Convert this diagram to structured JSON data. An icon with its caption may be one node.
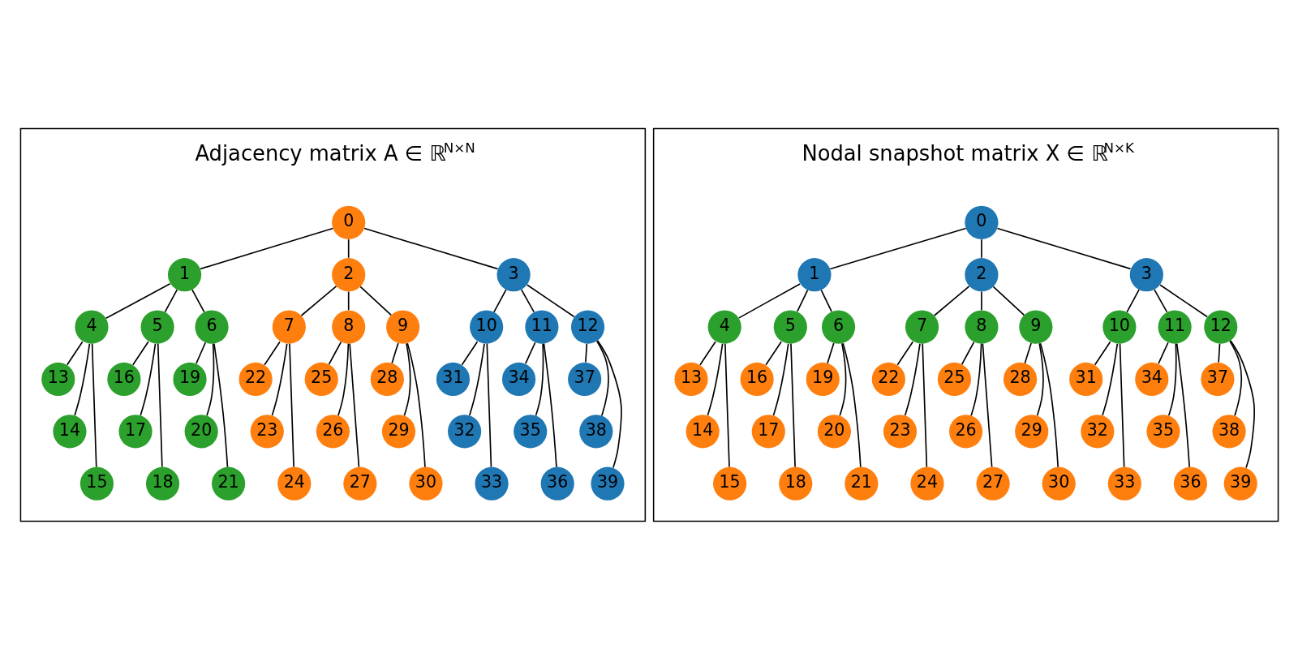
{
  "diagram": {
    "nodes": [
      {
        "text": [
          "Adjacency matrix A ∈ ℝ$^{N×N}$"
        ]
      },
      {
        "text": [
          "0"
        ],
        "in": 0
      },
      {
        "text": [
          "1"
        ],
        "in": 0
      },
      {
        "text": [
          "2"
        ],
        "in": 0
      },
      {
        "text": [
          "3"
        ],
        "in": 0
      },
      {
        "text": [
          "4"
        ],
        "in": 0
      },
      {
        "text": [
          "5"
        ],
        "in": 0
      },
      {
        "text": [
          "6"
        ],
        "in": 0
      },
      {
        "text": [
          "7"
        ],
        "in": 0
      },
      {
        "text": [
          "8"
        ],
        "in": 0
      },
      {
        "text": [
          "9"
        ],
        "in": 0
      },
      {
        "text": [
          "10"
        ],
        "in": 0
      },
      {
        "text": [
          "11"
        ],
        "in": 0
      },
      {
        "text": [
          "12"
        ],
        "in": 0
      },
      {
        "text": [
          "13"
        ],
        "in": 0
      },
      {
        "text": [
          "14"
        ],
        "in": 0
      },
      {
        "text": [
          "15"
        ],
        "in": 0
      },
      {
        "text": [
          "16"
        ],
        "in": 0
      },
      {
        "text": [
          "17"
        ],
        "in": 0
      },
      {
        "text": [
          "18"
        ],
        "in": 0
      },
      {
        "text": [
          "19"
        ],
        "in": 0
      },
      {
        "text": [
          "20"
        ],
        "in": 0
      },
      {
        "text": [
          "21"
        ],
        "in": 0
      },
      {
        "text": [
          "22"
        ],
        "in": 0
      },
      {
        "text": [
          "23"
        ],
        "in": 0
      },
      {
        "text": [
          "24"
        ],
        "in": 0
      },
      {
        "text": [
          "25"
        ],
        "in": 0
      },
      {
        "text": [
          "26"
        ],
        "in": 0
      },
      {
        "text": [
          "27"
        ],
        "in": 0
      },
      {
        "text": [
          "28"
        ],
        "in": 0
      },
      {
        "text": [
          "29"
        ],
        "in": 0
      },
      {
        "text": [
          "30"
        ],
        "in": 0
      },
      {
        "text": [
          "31"
        ],
        "in": 0
      },
      {
        "text": [
          "32"
        ],
        "in": 0
      },
      {
        "text": [
          "33"
        ],
        "in": 0
      },
      {
        "text": [
          "34"
        ],
        "in": 0
      },
      {
        "text": [
          "35"
        ],
        "in": 0
      },
      {
        "text": [
          "36"
        ],
        "in": 0
      },
      {
        "text": [
          "37"
        ],
        "in": 0
      },
      {
        "text": [
          "38"
        ],
        "in": 0
      },
      {
        "text": [
          "39"
        ],
        "in": 0
      },
      {
        "text": [
          "Nodal snapshot matrix X ∈ ℝ$^{N×K}$"
        ]
      },
      {
        "text": [
          "0"
        ],
        "in": 41
      },
      {
        "text": [
          "1"
        ],
        "in": 41
      },
      {
        "text": [
          "2"
        ],
        "in": 41
      },
      {
        "text": [
          "3"
        ],
        "in": 41
      },
      {
        "text": [
          "4"
        ],
        "in": 41
      },
      {
        "text": [
          "5"
        ],
        "in": 41
      },
      {
        "text": [
          "6"
        ],
        "in": 41
      },
      {
        "text": [
          "7"
        ],
        "in": 41
      },
      {
        "text": [
          "8"
        ],
        "in": 41
      },
      {
        "text": [
          "9"
        ],
        "in": 41
      },
      {
        "text": [
          "10"
        ],
        "in": 41
      },
      {
        "text": [
          "11"
        ],
        "in": 41
      },
      {
        "text": [
          "12"
        ],
        "in": 41
      },
      {
        "text": [
          "13"
        ],
        "in": 41
      },
      {
        "text": [
          "14"
        ],
        "in": 41
      },
      {
        "text": [
          "15"
        ],
        "in": 41
      },
      {
        "text": [
          "16"
        ],
        "in": 41
      },
      {
        "text": [
          "17"
        ],
        "in": 41
      },
      {
        "text": [
          "18"
        ],
        "in": 41
      },
      {
        "text": [
          "19"
        ],
        "in": 41
      },
      {
        "text": [
          "20"
        ],
        "in": 41
      },
      {
        "text": [
          "21"
        ],
        "in": 41
      },
      {
        "text": [
          "22"
        ],
        "in": 41
      },
      {
        "text": [
          "23"
        ],
        "in": 41
      },
      {
        "text": [
          "24"
        ],
        "in": 41
      },
      {
        "text": [
          "25"
        ],
        "in": 41
      },
      {
        "text": [
          "26"
        ],
        "in": 41
      },
      {
        "text": [
          "27"
        ],
        "in": 41
      },
      {
        "text": [
          "28"
        ],
        "in": 41
      },
      {
        "text": [
          "29"
        ],
        "in": 41
      },
      {
        "text": [
          "30"
        ],
        "in": 41
      },
      {
        "text": [
          "31"
        ],
        "in": 41
      },
      {
        "text": [
          "32"
        ],
        "in": 41
      },
      {
        "text": [
          "33"
        ],
        "in": 41
      },
      {
        "text": [
          "34"
        ],
        "in": 41
      },
      {
        "text": [
          "35"
        ],
        "in": 41
      },
      {
        "text": [
          "36"
        ],
        "in": 41
      },
      {
        "text": [
          "37"
        ],
        "in": 41
      },
      {
        "text": [
          "38"
        ],
        "in": 41
      },
      {
        "text": [
          "39"
        ],
        "in": 41
      }
    ],
    "edges": [
      {
        "from": 1,
        "to": 2,
        "arrow": "none"
      },
      {
        "from": 1,
        "to": 3,
        "arrow": "none"
      },
      {
        "from": 1,
        "to": 4,
        "arrow": "none"
      },
      {
        "from": 2,
        "to": 5,
        "arrow": "none"
      },
      {
        "from": 2,
        "to": 6,
        "arrow": "none"
      },
      {
        "from": 2,
        "to": 7,
        "arrow": "none"
      },
      {
        "from": 3,
        "to": 8,
        "arrow": "none"
      },
      {
        "from": 3,
        "to": 9,
        "arrow": "none"
      },
      {
        "from": 3,
        "to": 10,
        "arrow": "none"
      },
      {
        "from": 4,
        "to": 11,
        "arrow": "none"
      },
      {
        "from": 4,
        "to": 12,
        "arrow": "none"
      },
      {
        "from": 4,
        "to": 13,
        "arrow": "none"
      },
      {
        "from": 5,
        "to": 14,
        "arrow": "none"
      },
      {
        "from": 5,
        "to": 15,
        "arrow": "none"
      },
      {
        "from": 5,
        "to": 16,
        "arrow": "none"
      },
      {
        "from": 6,
        "to": 17,
        "arrow": "none"
      },
      {
        "from": 6,
        "to": 18,
        "arrow": "none"
      },
      {
        "from": 6,
        "to": 19,
        "arrow": "none"
      },
      {
        "from": 7,
        "to": 20,
        "arrow": "none"
      },
      {
        "from": 7,
        "to": 21,
        "arrow": "none"
      },
      {
        "from": 7,
        "to": 22,
        "arrow": "none"
      },
      {
        "from": 8,
        "to": 23,
        "arrow": "none"
      },
      {
        "from": 8,
        "to": 24,
        "arrow": "none"
      },
      {
        "from": 8,
        "to": 25,
        "arrow": "none"
      },
      {
        "from": 9,
        "to": 26,
        "arrow": "none"
      },
      {
        "from": 9,
        "to": 27,
        "arrow": "none"
      },
      {
        "from": 9,
        "to": 28,
        "arrow": "none"
      },
      {
        "from": 10,
        "to": 29,
        "arrow": "none"
      },
      {
        "from": 10,
        "to": 30,
        "arrow": "none"
      },
      {
        "from": 10,
        "to": 31,
        "arrow": "none"
      },
      {
        "from": 11,
        "to": 32,
        "arrow": "none"
      },
      {
        "from": 11,
        "to": 33,
        "arrow": "none"
      },
      {
        "from": 11,
        "to": 34,
        "arrow": "none"
      },
      {
        "from": 12,
        "to": 35,
        "arrow": "none"
      },
      {
        "from": 12,
        "to": 36,
        "arrow": "none"
      },
      {
        "from": 12,
        "to": 37,
        "arrow": "none"
      },
      {
        "from": 13,
        "to": 38,
        "arrow": "none"
      },
      {
        "from": 13,
        "to": 39,
        "arrow": "none"
      },
      {
        "from": 13,
        "to": 40,
        "arrow": "none"
      },
      {
        "from": 42,
        "to": 43,
        "arrow": "none"
      },
      {
        "from": 42,
        "to": 44,
        "arrow": "none"
      },
      {
        "from": 42,
        "to": 45,
        "arrow": "none"
      },
      {
        "from": 43,
        "to": 46,
        "arrow": "none"
      },
      {
        "from": 43,
        "to": 47,
        "arrow": "none"
      },
      {
        "from": 43,
        "to": 48,
        "arrow": "none"
      },
      {
        "from": 44,
        "to": 49,
        "arrow": "none"
      },
      {
        "from": 44,
        "to": 50,
        "arrow": "none"
      },
      {
        "from": 44,
        "to": 51,
        "arrow": "none"
      },
      {
        "from": 45,
        "to": 52,
        "arrow": "none"
      },
      {
        "from": 45,
        "to": 53,
        "arrow": "none"
      },
      {
        "from": 45,
        "to": 54,
        "arrow": "none"
      },
      {
        "from": 46,
        "to": 55,
        "arrow": "none"
      },
      {
        "from": 46,
        "to": 56,
        "arrow": "none"
      },
      {
        "from": 46,
        "to": 57,
        "arrow": "none"
      },
      {
        "from": 47,
        "to": 58,
        "arrow": "none"
      },
      {
        "from": 47,
        "to": 59,
        "arrow": "none"
      },
      {
        "from": 47,
        "to": 60,
        "arrow": "none"
      },
      {
        "from": 48,
        "to": 61,
        "arrow": "none"
      },
      {
        "from": 48,
        "to": 62,
        "arrow": "none"
      },
      {
        "from": 48,
        "to": 63,
        "arrow": "none"
      },
      {
        "from": 49,
        "to": 64,
        "arrow": "none"
      },
      {
        "from": 49,
        "to": 65,
        "arrow": "none"
      },
      {
        "from": 49,
        "to": 66,
        "arrow": "none"
      },
      {
        "from": 50,
        "to": 67,
        "arrow": "none"
      },
      {
        "from": 50,
        "to": 68,
        "arrow": "none"
      },
      {
        "from": 50,
        "to": 69,
        "arrow": "none"
      },
      {
        "from": 51,
        "to": 70,
        "arrow": "none"
      },
      {
        "from": 51,
        "to": 71,
        "arrow": "none"
      },
      {
        "from": 51,
        "to": 72,
        "arrow": "none"
      },
      {
        "from": 52,
        "to": 73,
        "arrow": "none"
      },
      {
        "from": 52,
        "to": 74,
        "arrow": "none"
      },
      {
        "from": 52,
        "to": 75,
        "arrow": "none"
      },
      {
        "from": 53,
        "to": 76,
        "arrow": "none"
      },
      {
        "from": 53,
        "to": 77,
        "arrow": "none"
      },
      {
        "from": 53,
        "to": 78,
        "arrow": "none"
      },
      {
        "from": 54,
        "to": 79,
        "arrow": "none"
      },
      {
        "from": 54,
        "to": 80,
        "arrow": "none"
      },
      {
        "from": 54,
        "to": 81,
        "arrow": "none"
      }
    ]
  }
}
